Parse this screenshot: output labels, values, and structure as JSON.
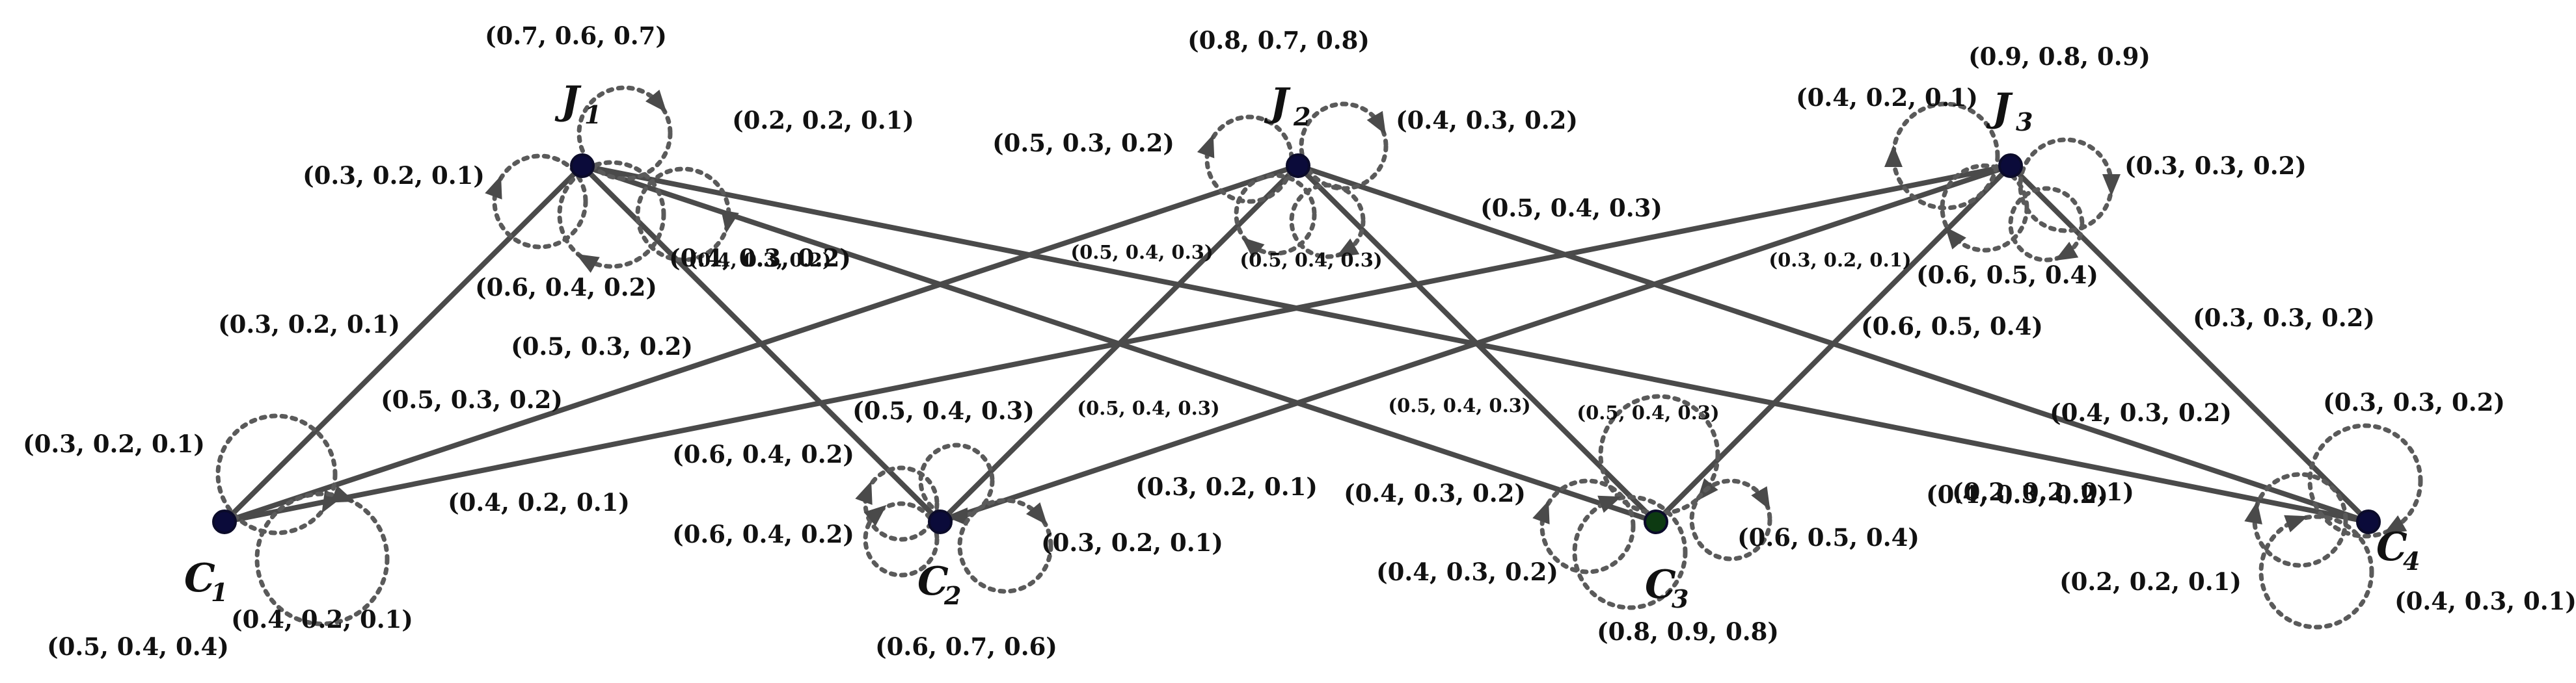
{
  "nodes": [
    {
      "id": "J1",
      "name": "J",
      "sub": "1",
      "value": "(0.7, 0.6, 0.7)",
      "color": "#0b0b3a"
    },
    {
      "id": "J2",
      "name": "J",
      "sub": "2",
      "value": "(0.8, 0.7, 0.8)",
      "color": "#0b0b3a"
    },
    {
      "id": "J3",
      "name": "J",
      "sub": "3",
      "value": "(0.9, 0.8, 0.9)",
      "color": "#0b0b3a"
    },
    {
      "id": "C1",
      "name": "C",
      "sub": "1",
      "value": "(0.5, 0.4, 0.4)",
      "color": "#0b0b3a"
    },
    {
      "id": "C2",
      "name": "C",
      "sub": "2",
      "value": "(0.6, 0.7, 0.6)",
      "color": "#0b0b3a"
    },
    {
      "id": "C3",
      "name": "C",
      "sub": "3",
      "value": "(0.8, 0.9, 0.8)",
      "color": "#0d3a12"
    },
    {
      "id": "C4",
      "name": "C",
      "sub": "4",
      "value": "(0.4, 0.3, 0.1)",
      "color": "#0b0b3a"
    }
  ],
  "edges": [
    {
      "from": "J1",
      "to": "C1",
      "label": "(0.3, 0.2, 0.1)"
    },
    {
      "from": "J1",
      "to": "C2",
      "label": "(0.4, 0.3, 0.2)"
    },
    {
      "from": "J1",
      "to": "C3",
      "label": "(0.5, 0.4, 0.3)"
    },
    {
      "from": "J1",
      "to": "C4",
      "label": "(0.4, 0.3, 0.2)"
    },
    {
      "from": "J2",
      "to": "C1",
      "label": "(0.5, 0.3, 0.2)"
    },
    {
      "from": "J2",
      "to": "C2",
      "label": "(0.5, 0.4, 0.3)"
    },
    {
      "from": "J2",
      "to": "C3",
      "label": "(0.5, 0.4, 0.3)"
    },
    {
      "from": "J2",
      "to": "C4",
      "label": "(0.4, 0.3, 0.2)"
    },
    {
      "from": "J3",
      "to": "C1",
      "label": "(0.4, 0.2, 0.1)"
    },
    {
      "from": "J3",
      "to": "C2",
      "label": "(0.3, 0.2, 0.1)"
    },
    {
      "from": "J3",
      "to": "C3",
      "label": "(0.6, 0.5, 0.4)"
    },
    {
      "from": "J3",
      "to": "C4",
      "label": "(0.3, 0.3, 0.2)"
    }
  ],
  "loops": [
    {
      "node": "J1",
      "label": "(0.3, 0.2, 0.1)"
    },
    {
      "node": "J1",
      "label": "(0.2, 0.2, 0.1)"
    },
    {
      "node": "J1",
      "label": "(0.6, 0.4, 0.2)"
    },
    {
      "node": "J1",
      "label": "(0.4, 0.3, 0.2)"
    },
    {
      "node": "J2",
      "label": "(0.5, 0.3, 0.2)"
    },
    {
      "node": "J2",
      "label": "(0.4, 0.3, 0.2)"
    },
    {
      "node": "J2",
      "label": "(0.5, 0.4, 0.3)"
    },
    {
      "node": "J2",
      "label": "(0.5, 0.4, 0.3)"
    },
    {
      "node": "J3",
      "label": "(0.4, 0.2, 0.1)"
    },
    {
      "node": "J3",
      "label": "(0.3, 0.3, 0.2)"
    },
    {
      "node": "J3",
      "label": "(0.3, 0.2, 0.1)"
    },
    {
      "node": "J3",
      "label": "(0.6, 0.5, 0.4)"
    },
    {
      "node": "C1",
      "label": "(0.3, 0.2, 0.1)"
    },
    {
      "node": "C1",
      "label": "(0.4, 0.2, 0.1)"
    },
    {
      "node": "C2",
      "label": "(0.5, 0.4, 0.3)"
    },
    {
      "node": "C2",
      "label": "(0.6, 0.4, 0.2)"
    },
    {
      "node": "C2",
      "label": "(0.6, 0.4, 0.2)"
    },
    {
      "node": "C2",
      "label": "(0.3, 0.2, 0.1)"
    },
    {
      "node": "C3",
      "label": "(0.5, 0.4, 0.3)"
    },
    {
      "node": "C3",
      "label": "(0.4, 0.3, 0.2)"
    },
    {
      "node": "C3",
      "label": "(0.4, 0.3, 0.2)"
    },
    {
      "node": "C3",
      "label": "(0.6, 0.5, 0.4)"
    },
    {
      "node": "C4",
      "label": "(0.3, 0.3, 0.2)"
    },
    {
      "node": "C4",
      "label": "(0.2, 0.2, 0.1)"
    },
    {
      "node": "C4",
      "label": "(0.2, 0.2, 0.1)"
    }
  ]
}
